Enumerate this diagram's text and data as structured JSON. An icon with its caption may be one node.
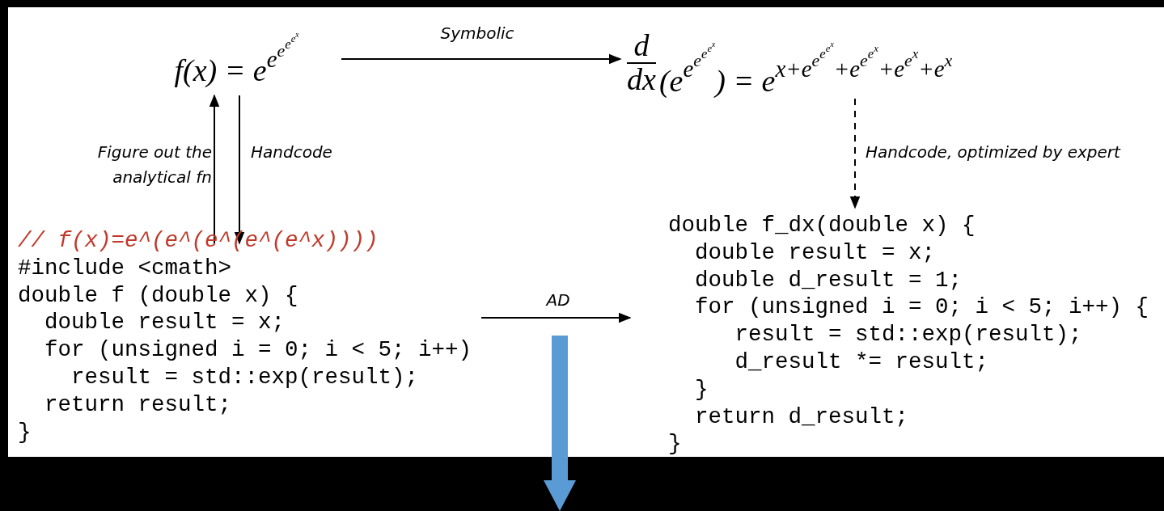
{
  "diagram": {
    "nodes": [
      {
        "text": [
          "f(x) = e",
          "e",
          "e",
          "e",
          "e",
          "x"
        ]
      },
      {
        "text": [
          "d",
          "dx",
          "(e",
          "e",
          "e",
          "e",
          "e",
          "x",
          ") = e",
          "x+e",
          "e",
          "e",
          "e",
          "x",
          "+e",
          "e",
          "e",
          "x",
          "+e",
          "e",
          "x",
          "+e",
          "x"
        ]
      },
      {
        "text": [
          "// f(x)=e^(e^(e^(e^(e^x))))",
          "#include <cmath>",
          "double f (double x) {",
          "  double result = x;",
          "  for (unsigned i = 0; i < 5; i++)",
          "    result = std::exp(result);",
          "  return result;",
          "}"
        ]
      },
      {
        "text": [
          "double f_dx(double x) {",
          "  double result = x;",
          "  double d_result = 1;",
          "  for (unsigned i = 0; i < 5; i++) {",
          "     result = std::exp(result);",
          "     d_result *= result;",
          "  }",
          "  return d_result;",
          "}"
        ]
      }
    ],
    "edges": [
      {
        "from": 0,
        "to": 1,
        "arrow": "to",
        "label": "Symbolic"
      },
      {
        "from": 2,
        "to": 0,
        "arrow": "to",
        "label": "Figure out the analytical fn"
      },
      {
        "from": 0,
        "to": 2,
        "arrow": "to",
        "label": "Handcode"
      },
      {
        "from": 1,
        "to": 3,
        "arrow": "to",
        "label": "Handcode, optimized by expert",
        "style": "dashed"
      },
      {
        "from": 2,
        "to": 3,
        "arrow": "to",
        "label": "AD"
      }
    ]
  }
}
